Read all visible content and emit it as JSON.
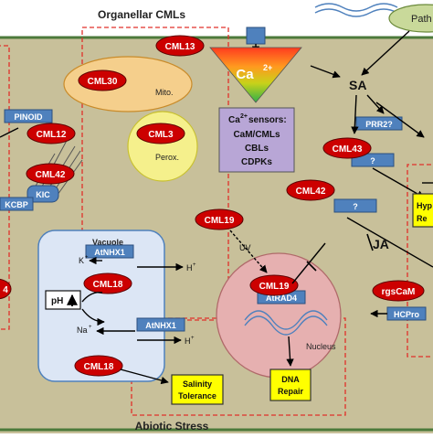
{
  "headings": {
    "organellar": "Organellar CMLs",
    "abiotic": "Abiotic Stress",
    "pathogen": "Path"
  },
  "calcium": {
    "symbol": "Ca",
    "superscript": "2+",
    "sensors_title": "Ca",
    "sensors_title_sup": "2+",
    "sensors_title_rest": " sensors:",
    "sensors": [
      "CaM/CMLs",
      "CBLs",
      "CDPKs"
    ]
  },
  "organelles": {
    "mito": "Mito.",
    "perox": "Perox.",
    "vacuole": "Vacuole",
    "nucleus": "Nucleus"
  },
  "cmls": {
    "cml13": "CML13",
    "cml30": "CML30",
    "cml3": "CML3",
    "cml12": "CML12",
    "cml42_left": "CML42",
    "cml18_vac": "CML18",
    "cml18_bottom": "CML18",
    "cml19_top": "CML19",
    "cml19_nuc": "CML19",
    "cml43": "CML43",
    "cml42_right": "CML42",
    "rgscam": "rgsCaM",
    "left_partial": "4"
  },
  "proteins": {
    "pinoid": "PINOID",
    "kic": "KIC",
    "kcbp": "KCBP",
    "atnhx1_top": "AtNHX1",
    "atnhx1_bottom": "AtNHX1",
    "atrad4": "AtRAD4",
    "prr2": "PRR2?",
    "q1": "?",
    "q2": "?",
    "hcpro": "HCPro"
  },
  "ions": {
    "k": "K",
    "k_sup": "+",
    "h1": "H",
    "h1_sup": "+",
    "na": "Na",
    "na_sup": "+",
    "h2": "H",
    "h2_sup": "+",
    "ph": "pH"
  },
  "signals": {
    "sa": "SA",
    "ja": "JA",
    "uv": "UV"
  },
  "outcomes": {
    "salinity_1": "Salinity",
    "salinity_2": "Tolerance",
    "dna_1": "DNA",
    "dna_2": "Repair",
    "hyp_1": "Hyp",
    "hyp_2": "Re"
  },
  "colors": {
    "cytoplasm": "#c8c09a",
    "cml_red": "#cc0000",
    "protein_blue": "#4f81bd",
    "outcome_yellow": "#ffff00",
    "vacuole_blue": "#dce6f5",
    "nucleus_pink": "#e6b0b0",
    "mito_orange": "#f5cf8c",
    "perox_yellow": "#f5f08c",
    "sensor_purple": "#b8a6d6",
    "dash_red": "#e0302a"
  }
}
